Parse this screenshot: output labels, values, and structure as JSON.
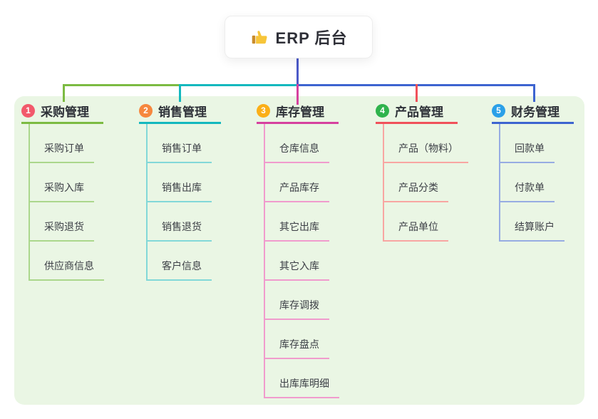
{
  "root": {
    "title": "ERP 后台",
    "icon": "thumbs-up-icon"
  },
  "connectors": {
    "root_stem_color": "#4c5ac8",
    "bus_segments": [
      {
        "color": "#7cbb42"
      },
      {
        "color": "#14b8be"
      },
      {
        "color": "#3d64d0"
      }
    ]
  },
  "panel": {
    "background": "#eaf6e4"
  },
  "branches": [
    {
      "index": "1",
      "label": "采购管理",
      "badge_color": "#f2596b",
      "line_color": "#7cbb42",
      "light_line_color": "#abd78c",
      "children": [
        {
          "label": "采购订单"
        },
        {
          "label": "采购入库"
        },
        {
          "label": "采购退货"
        },
        {
          "label": "供应商信息"
        }
      ]
    },
    {
      "index": "2",
      "label": "销售管理",
      "badge_color": "#f6873e",
      "line_color": "#14b8be",
      "light_line_color": "#82d8d8",
      "children": [
        {
          "label": "销售订单"
        },
        {
          "label": "销售出库"
        },
        {
          "label": "销售退货"
        },
        {
          "label": "客户信息"
        }
      ]
    },
    {
      "index": "3",
      "label": "库存管理",
      "badge_color": "#fbaf17",
      "line_color": "#d6419f",
      "light_line_color": "#f09bcd",
      "children": [
        {
          "label": "仓库信息"
        },
        {
          "label": "产品库存"
        },
        {
          "label": "其它出库"
        },
        {
          "label": "其它入库"
        },
        {
          "label": "库存调拨"
        },
        {
          "label": "库存盘点"
        },
        {
          "label": "出库库明细"
        }
      ]
    },
    {
      "index": "4",
      "label": "产品管理",
      "badge_color": "#2fb34c",
      "line_color": "#f0515a",
      "light_line_color": "#f8a6a2",
      "children": [
        {
          "label": "产品（物料）"
        },
        {
          "label": "产品分类"
        },
        {
          "label": "产品单位"
        }
      ]
    },
    {
      "index": "5",
      "label": "财务管理",
      "badge_color": "#2aa0e8",
      "line_color": "#3d64d0",
      "light_line_color": "#97ace2",
      "children": [
        {
          "label": "回款单"
        },
        {
          "label": "付款单"
        },
        {
          "label": "结算账户"
        }
      ]
    }
  ]
}
